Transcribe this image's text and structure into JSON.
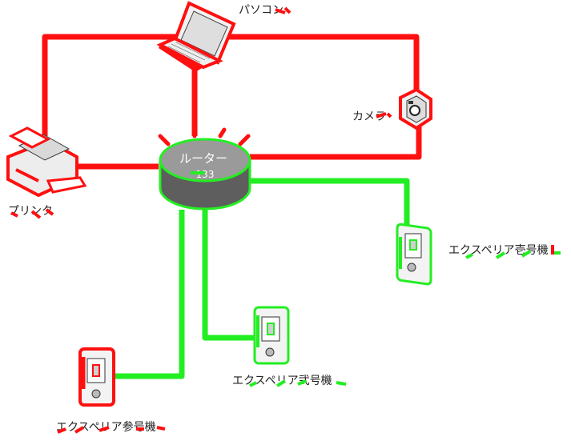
{
  "router": {
    "label": "ルーター",
    "number": "133"
  },
  "devices": {
    "pc": {
      "label": "パソコン",
      "icon": "laptop-icon",
      "status": "red"
    },
    "camera": {
      "label": "カメラ",
      "icon": "camera-icon",
      "status": "red"
    },
    "printer": {
      "label": "プリンタ",
      "icon": "printer-icon",
      "status": "red"
    },
    "xperia1": {
      "label": "エクスペリア壱号機",
      "icon": "phone-icon",
      "status": "green"
    },
    "xperia2": {
      "label": "エクスペリア弐号機",
      "icon": "phone-icon",
      "status": "green"
    },
    "xperia3": {
      "label": "エクスペリア参号機",
      "icon": "phone-icon",
      "status": "red"
    }
  },
  "colors": {
    "down": "#ff0000",
    "up": "#22ee22",
    "router_top": "#9a9a9a",
    "router_side": "#5e5e5e"
  }
}
